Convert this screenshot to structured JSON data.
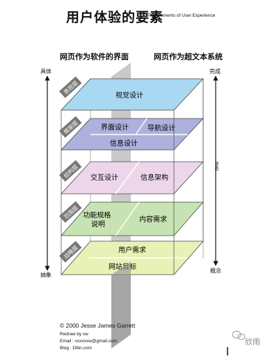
{
  "title": "用户体验的要素",
  "subtitle": "The Elements of User Experience",
  "columns": {
    "left": "网页作为软件的界面",
    "right": "网页作为超文本系统"
  },
  "axis": {
    "left_top": "具体",
    "left_bottom": "抽象",
    "right_top": "完成",
    "right_bottom": "概念",
    "right_middle": "time"
  },
  "planes": [
    {
      "layer": "表现层",
      "color": "#a9d8f2",
      "cells": [
        "视觉设计"
      ]
    },
    {
      "layer": "框架层",
      "color": "#aeb0dd",
      "cells": [
        "界面设计",
        "导航设计",
        "信息设计"
      ]
    },
    {
      "layer": "结构层",
      "color": "#edd6ea",
      "cells": [
        "交互设计",
        "信息架构"
      ]
    },
    {
      "layer": "范围层",
      "color": "#c7e3b3",
      "cells": [
        "功能规格\n说明",
        "内容需求"
      ]
    },
    {
      "layer": "战略层",
      "color": "#e8f2b6",
      "cells": [
        "用户需求",
        "网站目标"
      ]
    }
  ],
  "credits": {
    "copyright": "© 2000 Jesse James Garrett",
    "lines": [
      "Redraw by xw",
      "Email : xxxxxxw@gmail.com",
      "Blog : D8in.com"
    ]
  },
  "watermark": "欣雨"
}
